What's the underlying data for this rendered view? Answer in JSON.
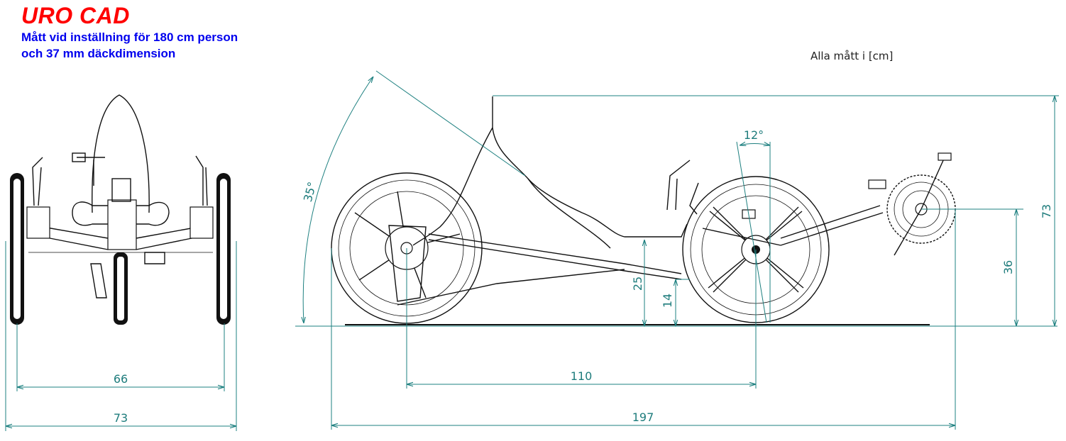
{
  "header": {
    "brand": "URO CAD",
    "subtitle_line1": "Mått vid inställning för 180 cm person",
    "subtitle_line2": "och 37 mm däckdimension",
    "units_note": "Alla mått i [cm]"
  },
  "front_view": {
    "track_width": "66",
    "overall_width": "73"
  },
  "side_view": {
    "wheelbase": "110",
    "overall_length": "197",
    "overall_height": "73",
    "bottom_bracket_height": "36",
    "seat_height": "25",
    "ground_clearance": "14",
    "seat_angle": "35°",
    "steering_axis_angle": "12°"
  },
  "colors": {
    "brand": "#ff0000",
    "subtitle": "#0000ee",
    "dimension": "#1e8080",
    "ink": "#111111"
  }
}
